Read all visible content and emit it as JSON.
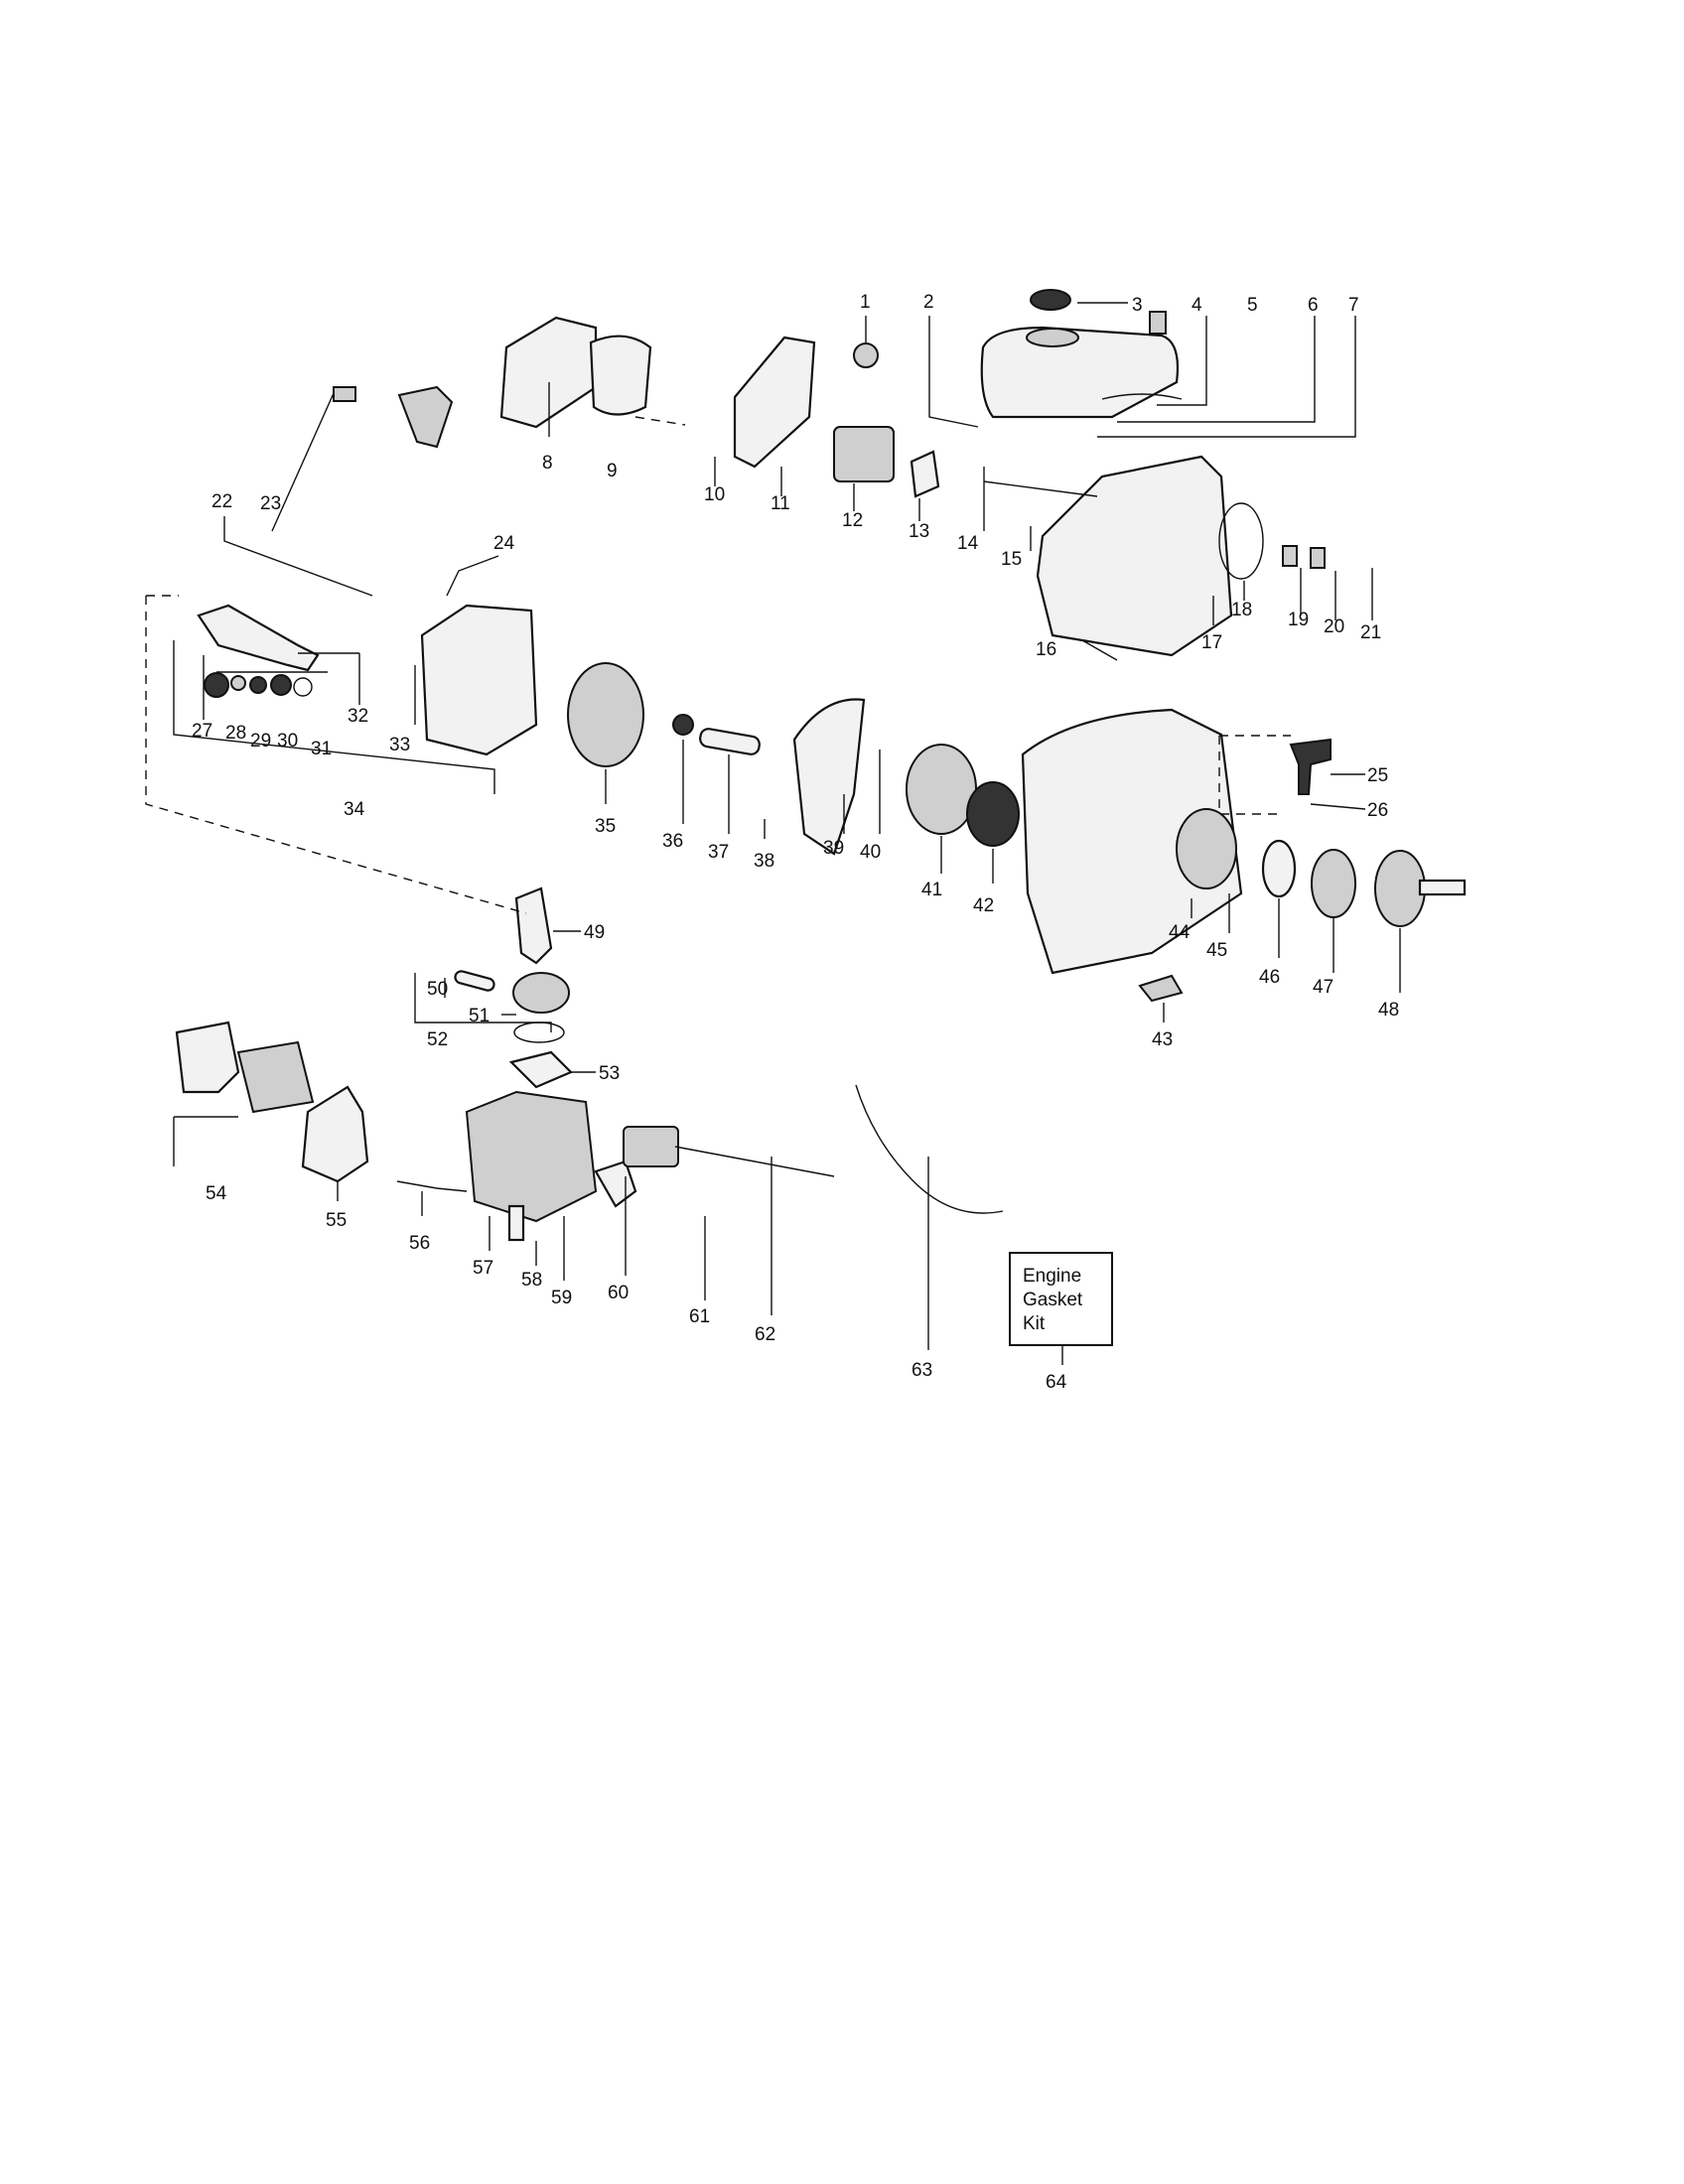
{
  "diagram": {
    "part_numbers": [
      "1",
      "2",
      "3",
      "4",
      "5",
      "6",
      "7",
      "8",
      "9",
      "10",
      "11",
      "12",
      "13",
      "14",
      "15",
      "16",
      "17",
      "18",
      "19",
      "20",
      "21",
      "22",
      "23",
      "24",
      "25",
      "26",
      "27",
      "28",
      "29",
      "30",
      "31",
      "32",
      "33",
      "34",
      "35",
      "36",
      "37",
      "38",
      "39",
      "40",
      "41",
      "42",
      "43",
      "44",
      "45",
      "46",
      "47",
      "48",
      "49",
      "50",
      "51",
      "52",
      "53",
      "54",
      "55",
      "56",
      "57",
      "58",
      "59",
      "60",
      "61",
      "62",
      "63",
      "64"
    ],
    "gasket_kit_box": {
      "line1": "Engine",
      "line2": "Gasket",
      "line3": "Kit"
    }
  }
}
